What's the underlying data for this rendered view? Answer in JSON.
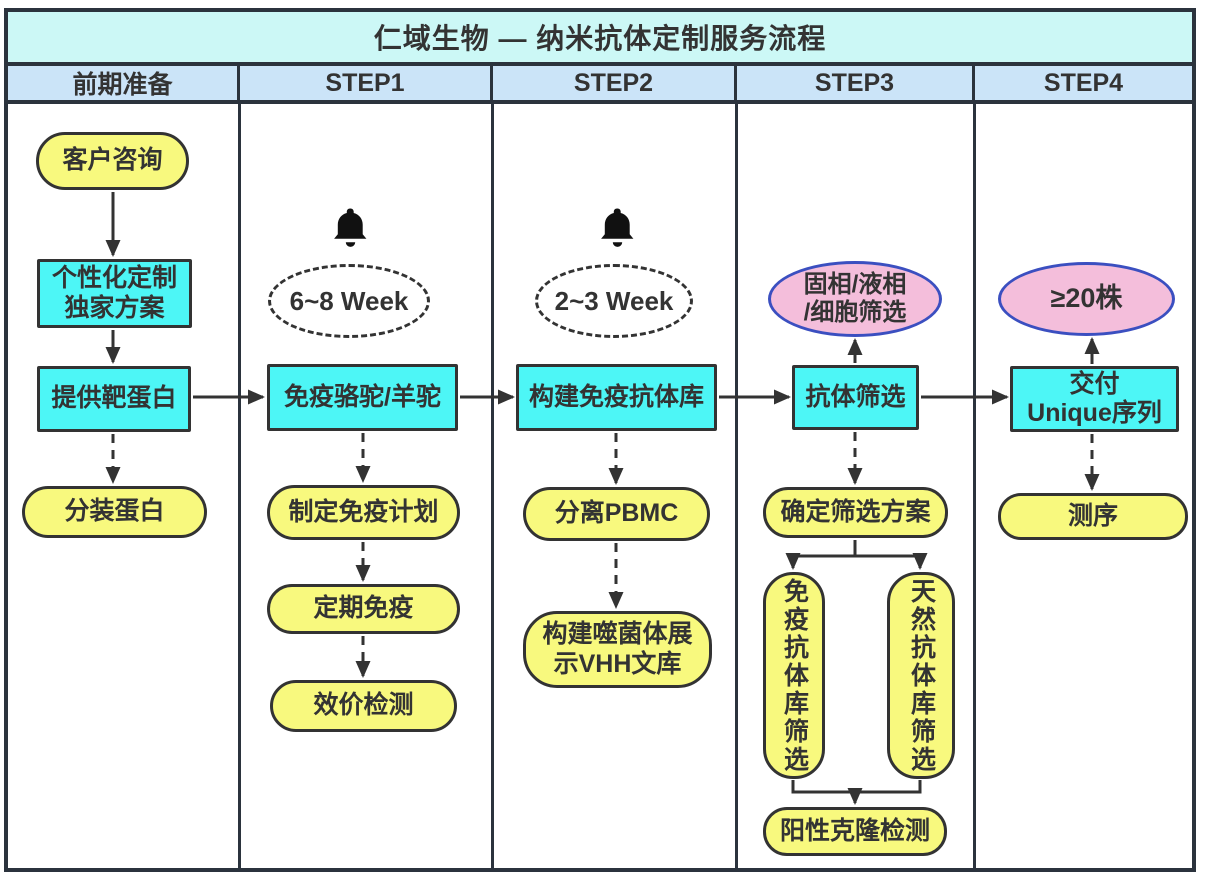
{
  "title": "仁域生物 — 纳米抗体定制服务流程",
  "columns": [
    {
      "label": "前期准备"
    },
    {
      "label": "STEP1"
    },
    {
      "label": "STEP2"
    },
    {
      "label": "STEP3"
    },
    {
      "label": "STEP4"
    }
  ],
  "prep": {
    "customer_inquiry": "客户咨询",
    "custom_plan": "个性化定制\n独家方案",
    "target_protein": "提供靶蛋白",
    "aliquot_protein": "分装蛋白"
  },
  "step1": {
    "duration": "6~8 Week",
    "immunize": "免疫骆驼/羊驼",
    "plan": "制定免疫计划",
    "periodic": "定期免疫",
    "titer": "效价检测"
  },
  "step2": {
    "duration": "2~3 Week",
    "build_library": "构建免疫抗体库",
    "pbmc": "分离PBMC",
    "vhh": "构建噬菌体展\n示VHH文库"
  },
  "step3": {
    "methods": "固相/液相\n/细胞筛选",
    "screening": "抗体筛选",
    "plan": "确定筛选方案",
    "immune_lib": "免疫抗体库筛选",
    "natural_lib": "天然抗体库筛选",
    "positive": "阳性克隆检测"
  },
  "step4": {
    "strains": "≥20株",
    "deliver": "交付\nUnique序列",
    "sequencing": "测序"
  },
  "icons": {
    "bell": "bell"
  },
  "colors": {
    "title_bg": "#ccf8f6",
    "header_bg": "#cbe4f8",
    "process_fill": "#4df6f6",
    "task_fill": "#f8f97e",
    "highlight_fill": "#f4bedb",
    "highlight_border": "#3b4fc0",
    "line": "#333333",
    "frame": "#2b333d"
  }
}
